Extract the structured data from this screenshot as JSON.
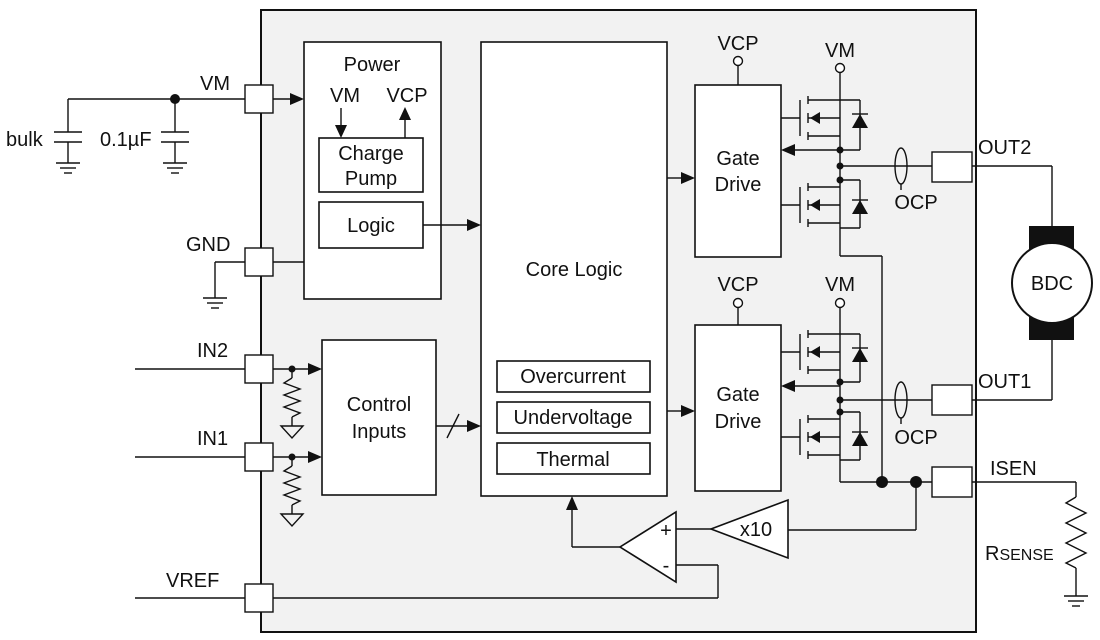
{
  "pins": {
    "vm": "VM",
    "gnd": "GND",
    "in2": "IN2",
    "in1": "IN1",
    "vref": "VREF",
    "out2": "OUT2",
    "out1": "OUT1",
    "isen": "ISEN"
  },
  "external": {
    "bulk_cap": "bulk",
    "decoupling_cap": "0.1µF",
    "motor": "BDC",
    "rsense_main": "R",
    "rsense_sub": "SENSE"
  },
  "blocks": {
    "power_title": "Power",
    "power_vm": "VM",
    "power_vcp": "VCP",
    "charge_pump_l1": "Charge",
    "charge_pump_l2": "Pump",
    "logic": "Logic",
    "core_logic": "Core Logic",
    "overcurrent": "Overcurrent",
    "undervoltage": "Undervoltage",
    "thermal": "Thermal",
    "control_l1": "Control",
    "control_l2": "Inputs",
    "gate_top_l1": "Gate",
    "gate_top_l2": "Drive",
    "gate_bot_l1": "Gate",
    "gate_bot_l2": "Drive",
    "amp_gain": "x10",
    "comp_plus": "+",
    "comp_minus": "-"
  },
  "rails": {
    "vcp_top": "VCP",
    "vm_top": "VM",
    "vcp_bot": "VCP",
    "vm_bot": "VM",
    "ocp_top": "OCP",
    "ocp_bot": "OCP"
  }
}
